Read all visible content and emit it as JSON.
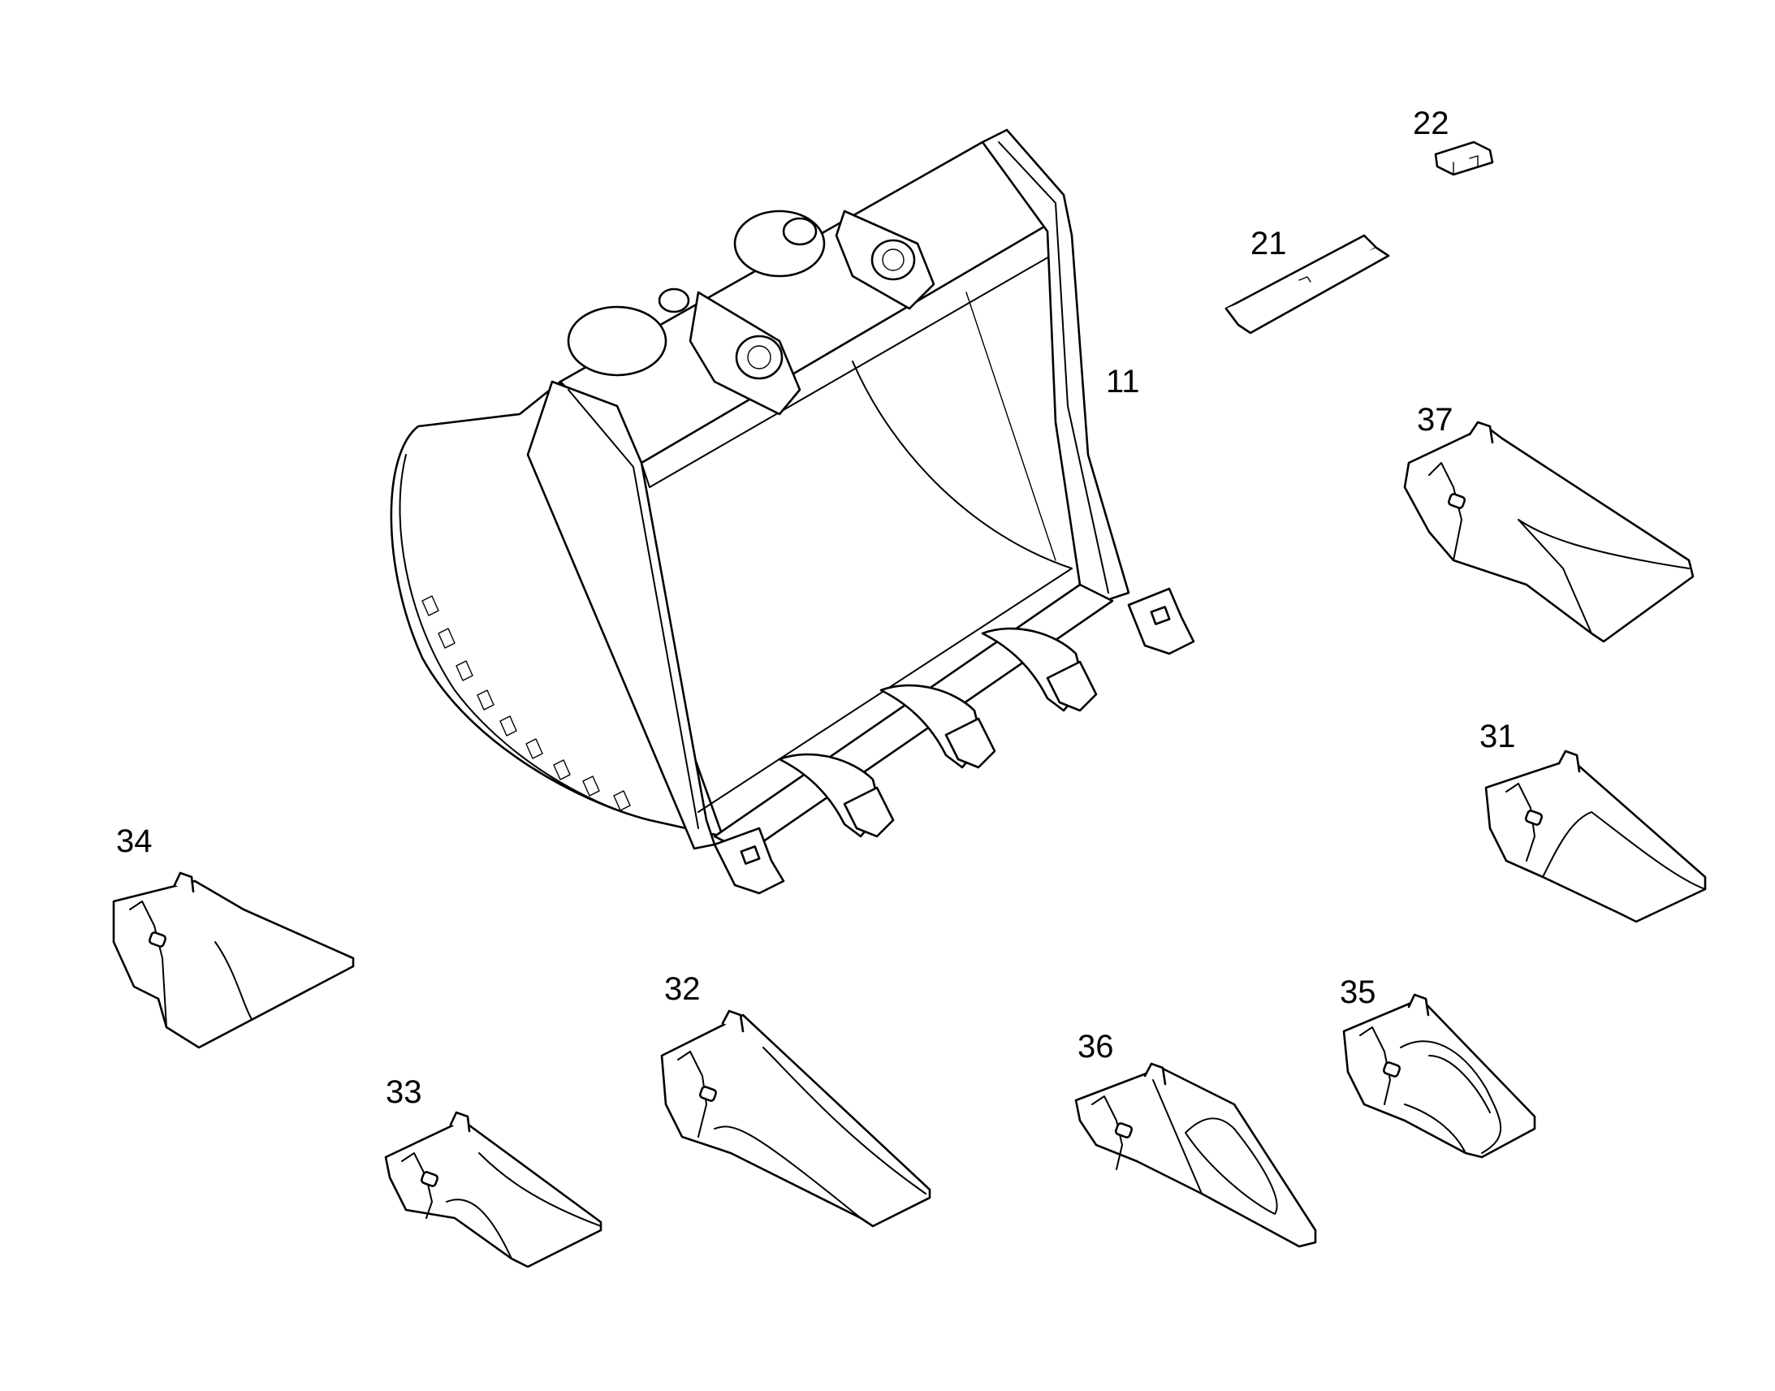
{
  "diagram": {
    "line_color": "#000000",
    "background": "#ffffff",
    "callouts": {
      "bucket": "11",
      "pin": "21",
      "retainer": "22",
      "tooth_31": "31",
      "tooth_32": "32",
      "tooth_33": "33",
      "tooth_34": "34",
      "tooth_35": "35",
      "tooth_36": "36",
      "tooth_37": "37"
    }
  }
}
